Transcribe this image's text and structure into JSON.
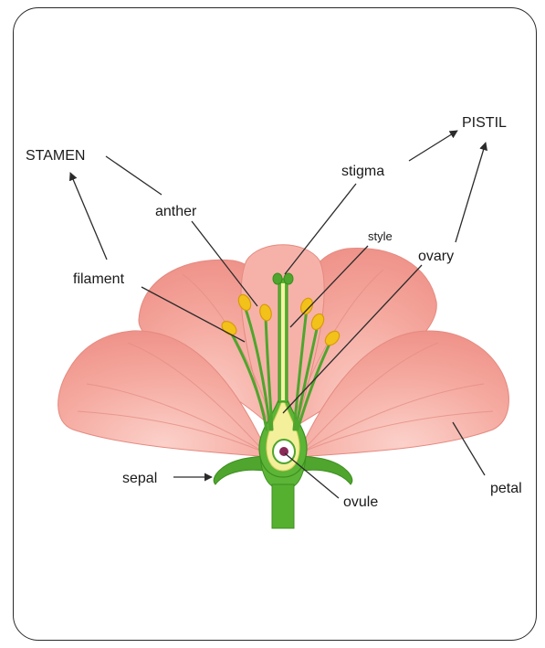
{
  "labels": {
    "stamen": "STAMEN",
    "pistil": "PISTIL",
    "anther": "anther",
    "stigma": "stigma",
    "style": "style",
    "ovary": "ovary",
    "filament": "filament",
    "sepal": "sepal",
    "ovule": "ovule",
    "petal": "petal"
  },
  "colors": {
    "petal_fill": "#f3a39a",
    "petal_dark": "#e48a80",
    "petal_light": "#fbc9c2",
    "stem_green": "#56b030",
    "stem_dark": "#3c8f1f",
    "anther_yellow": "#f3c21a",
    "ovary_yellow": "#f4ef9a",
    "ovule_purple": "#8a2a57",
    "outline": "#2a2a2a"
  }
}
